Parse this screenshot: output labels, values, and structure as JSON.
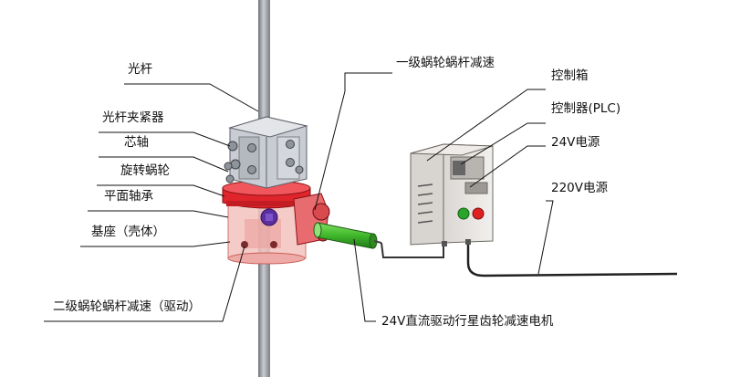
{
  "labels": {
    "polished_rod": "光杆",
    "rod_clamp": "光杆夹紧器",
    "core_shaft": "芯轴",
    "rotating_worm_wheel": "旋转蜗轮",
    "thrust_bearing": "平面轴承",
    "base": "基座（壳体）",
    "secondary_worm_gear": "二级蜗轮蜗杆减速（驱动）",
    "primary_worm_gear": "一级蜗轮蜗杆减速",
    "control_box": "控制箱",
    "plc": "控制器(PLC)",
    "power_24v": "24V电源",
    "power_220v": "220V电源",
    "dc_motor": "24V直流驱动行星齿轮减速电机"
  },
  "colors": {
    "rod": "#9a9ea4",
    "clamp": "#c9ccd3",
    "red_part": "#e0242b",
    "housing": "#f2b9b5",
    "motor_green": "#3fb72b",
    "knob_purple": "#5b2ea0",
    "box_grey": "#e9e6e3",
    "button_red": "#e02020",
    "button_green": "#2aa52a"
  }
}
